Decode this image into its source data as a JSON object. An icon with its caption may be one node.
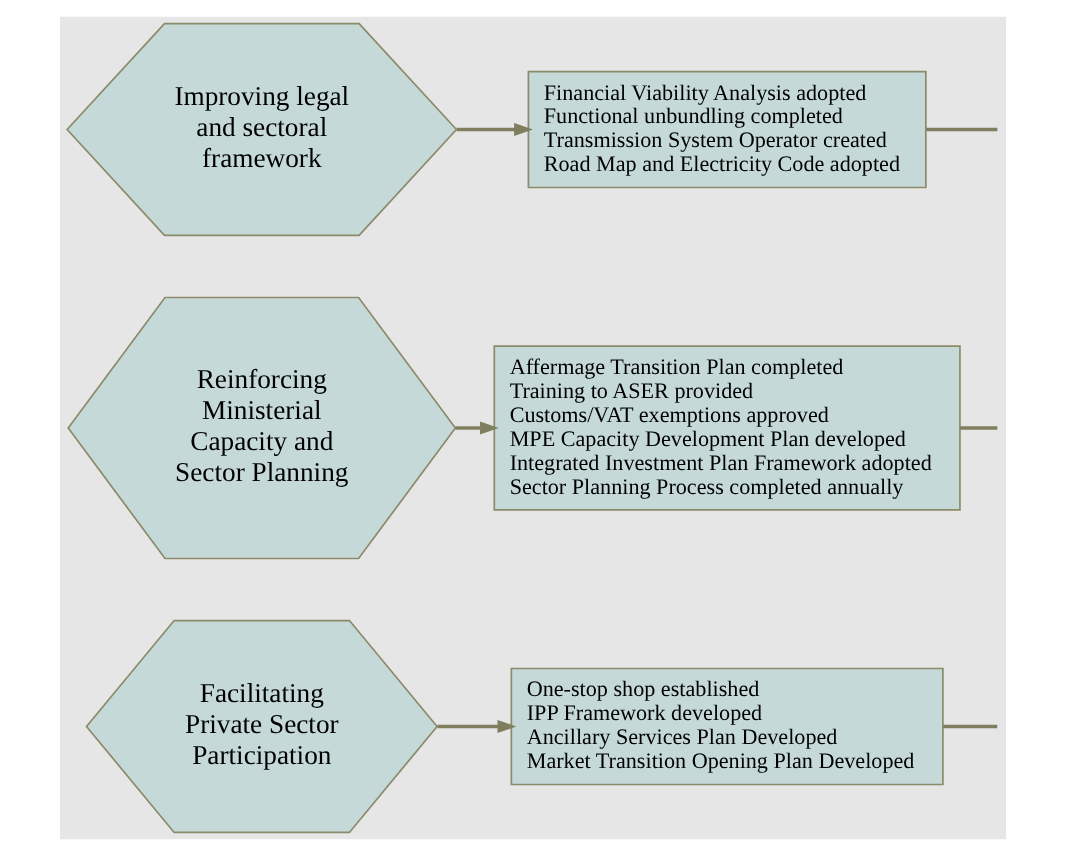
{
  "diagram": {
    "nodes": [
      {
        "text": [
          "Improving legal and sectoral framework"
        ]
      },
      {
        "text": [
          "Financial Viability Analysis adopted",
          "Functional unbundling completed",
          "Transmission System Operator created",
          "Road Map and Electricity Code adopted"
        ]
      },
      {
        "text": [
          "Reinforcing Ministerial Capacity and Sector Planning"
        ]
      },
      {
        "text": [
          "Affermage Transition Plan completed",
          "Training to ASER provided",
          "Customs/VAT exemptions approved",
          "MPE Capacity Development Plan developed",
          "Integrated Investment Plan Framework adopted",
          "Sector Planning Process completed annually"
        ]
      },
      {
        "text": [
          "Facilitating Private Sector Participation"
        ]
      },
      {
        "text": [
          "One-stop shop established",
          "IPP Framework developed",
          "Ancillary Services Plan Developed",
          "Market Transition Opening Plan Developed"
        ]
      }
    ],
    "edges": [
      {
        "from": 0,
        "to": 1,
        "arrow": "to"
      },
      {
        "from": 2,
        "to": 3,
        "arrow": "to"
      },
      {
        "from": 4,
        "to": 5,
        "arrow": "to"
      },
      {
        "from": 1,
        "to": null,
        "arrow": "none"
      },
      {
        "from": 3,
        "to": null,
        "arrow": "none"
      },
      {
        "from": 5,
        "to": null,
        "arrow": "none"
      }
    ]
  }
}
